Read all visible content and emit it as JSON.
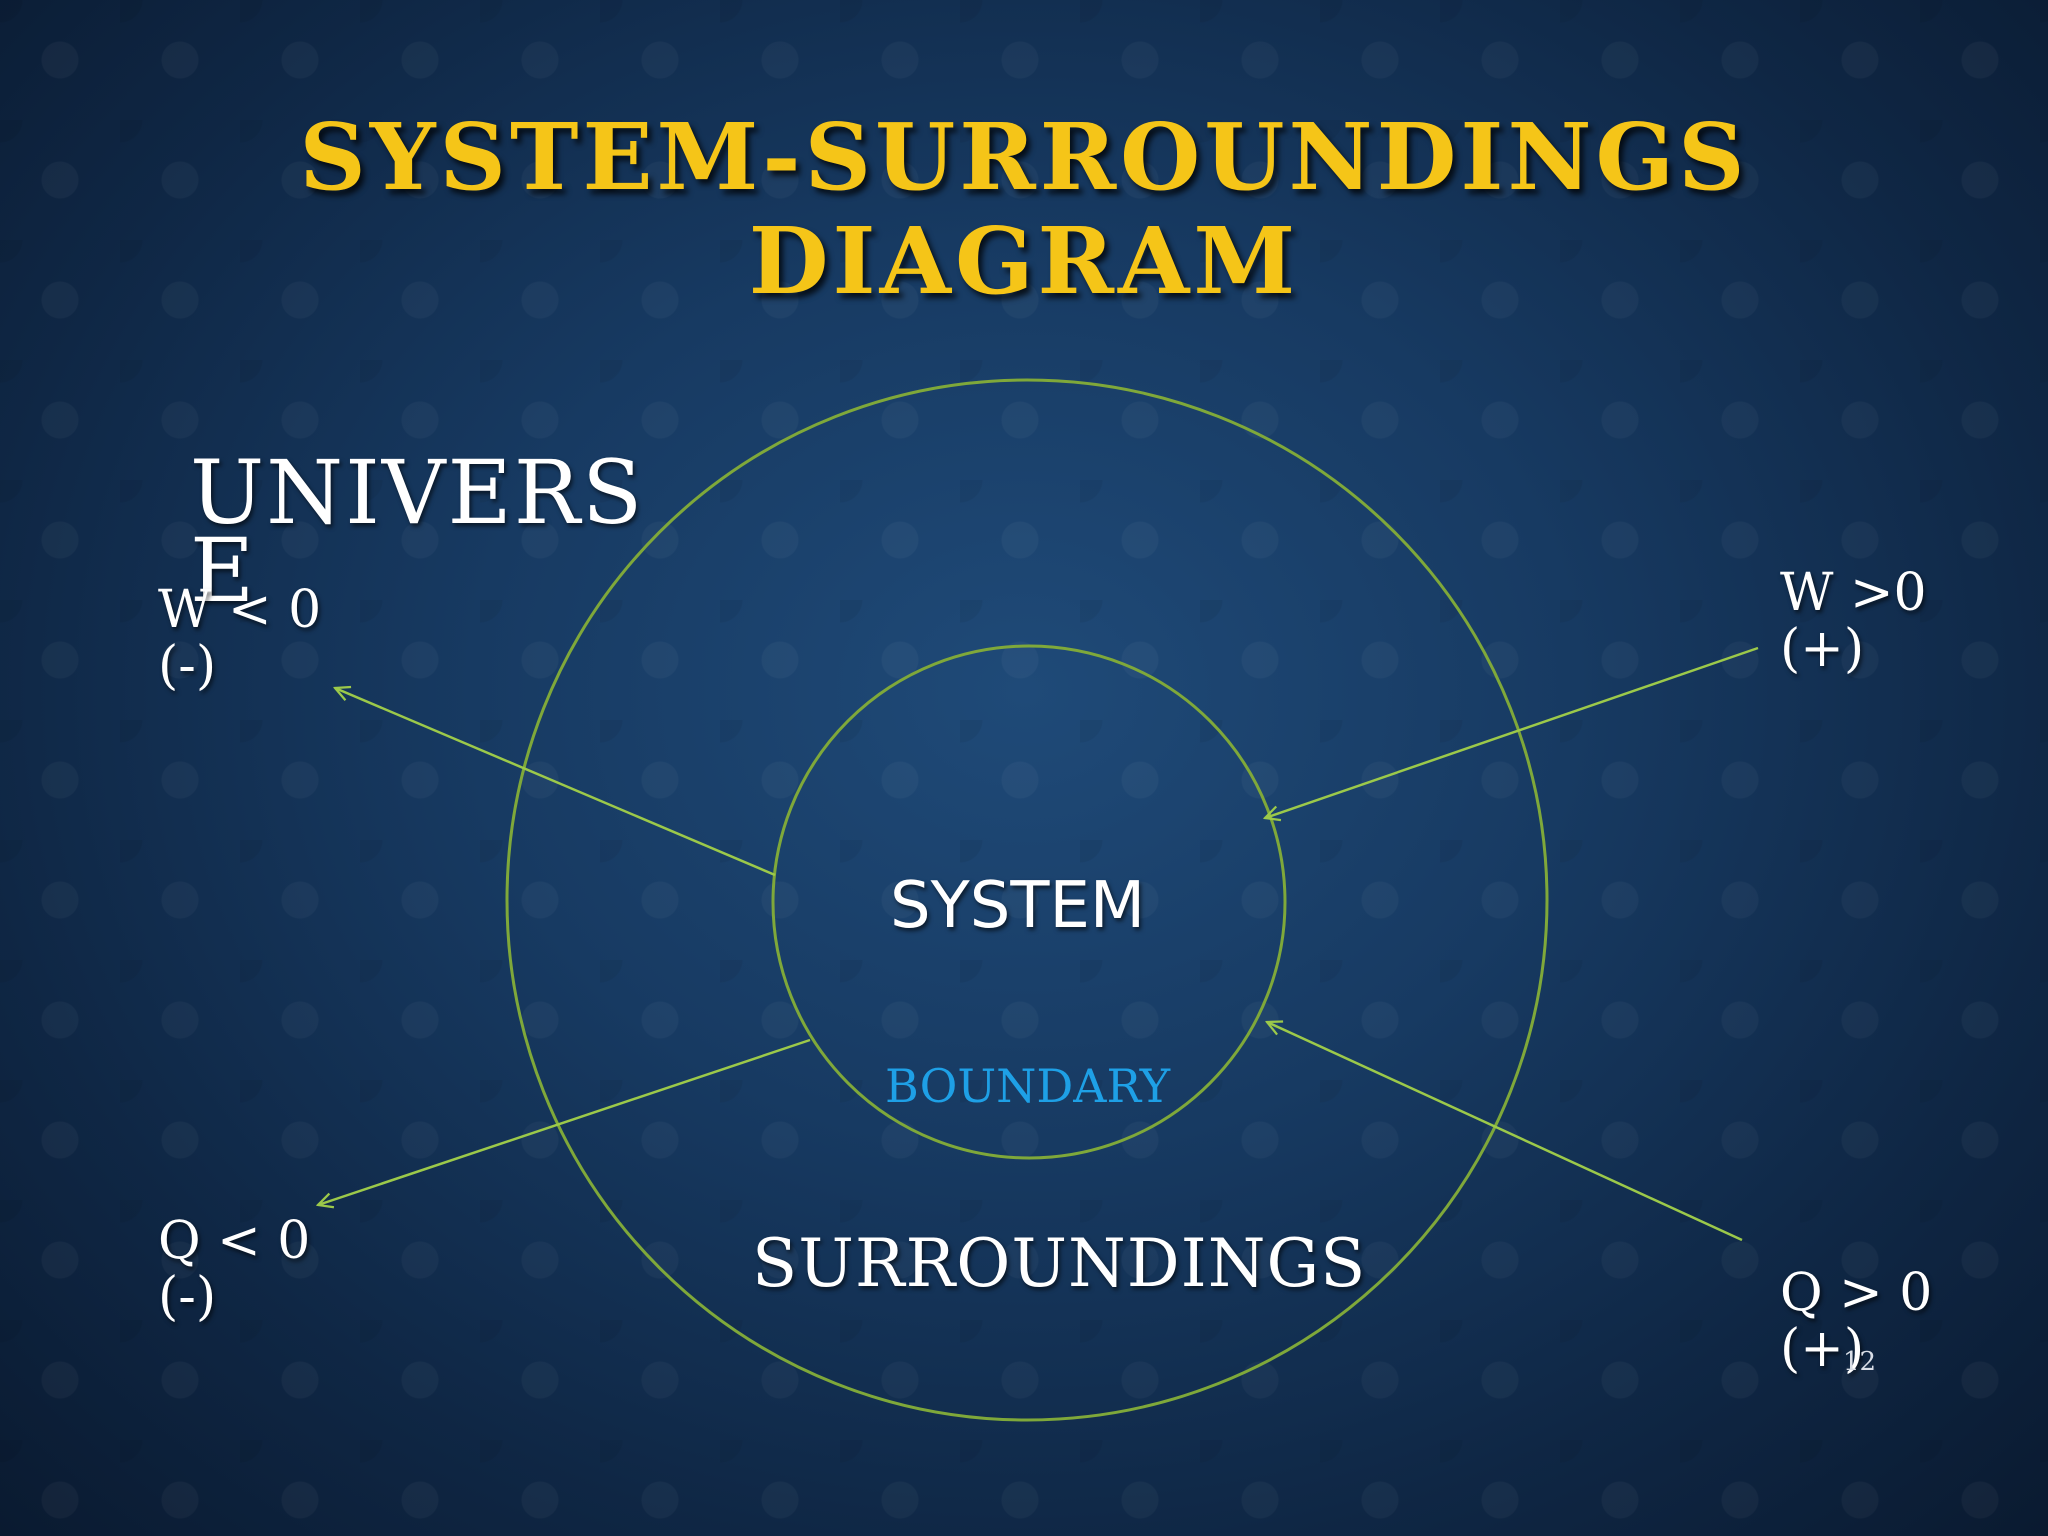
{
  "title": {
    "line1": "SYSTEM-SURROUNDINGS",
    "line2": "DIAGRAM"
  },
  "labels": {
    "universe_line1": "UNIVERS",
    "universe_line2": "E",
    "work_negative": "W < 0",
    "work_negative_sign": "(-)",
    "work_positive": "W >0",
    "work_positive_sign": "(+)",
    "heat_negative": "Q < 0",
    "heat_negative_sign": "(-)",
    "heat_positive": "Q > 0",
    "heat_positive_sign": "(+)",
    "system": "SYSTEM",
    "boundary": "BOUNDARY",
    "surroundings": "SURROUNDINGS"
  },
  "slide_number": "12",
  "colors": {
    "title": "#f5c518",
    "circle_stroke": "#7fa83a",
    "arrow_stroke": "#9cc94a",
    "boundary_text": "#1ea0e6",
    "text": "#ffffff"
  }
}
